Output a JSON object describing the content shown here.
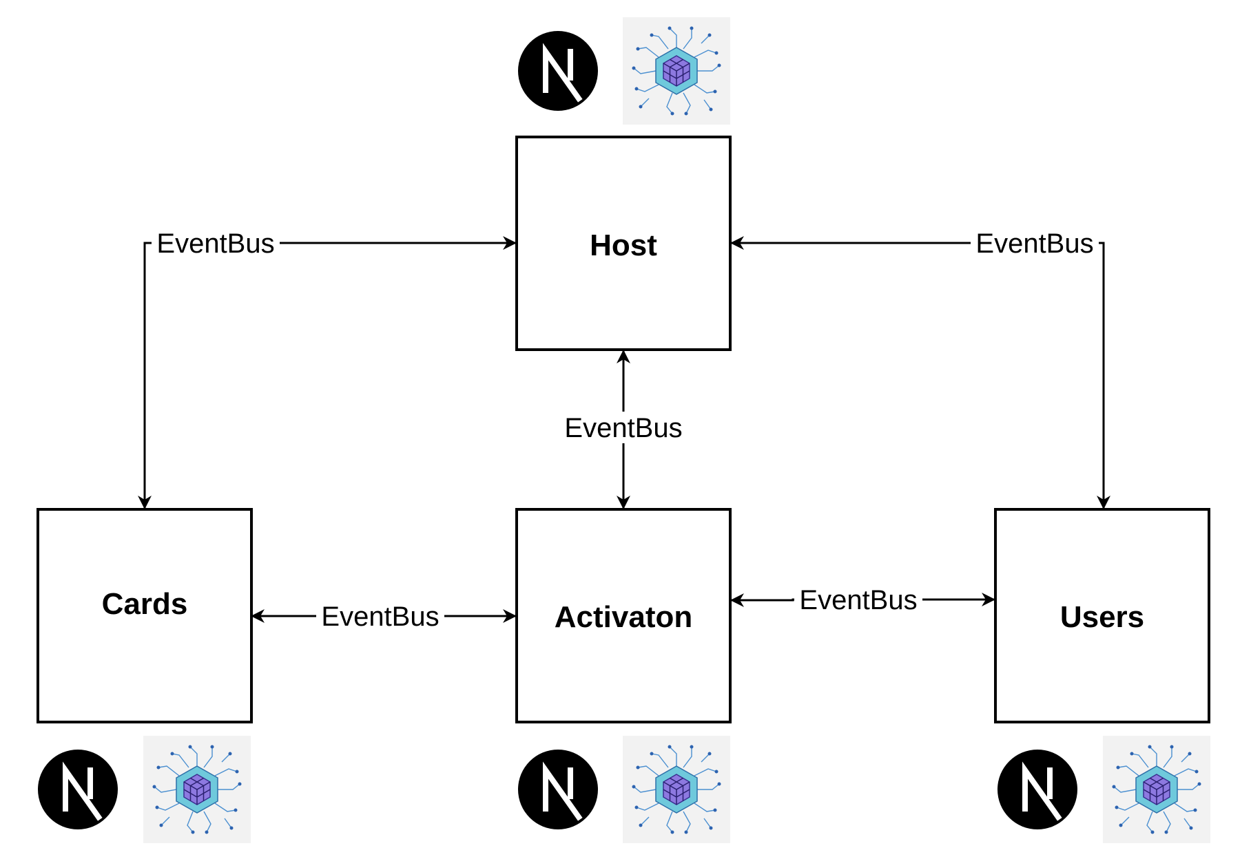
{
  "nodes": {
    "host": {
      "label": "Host"
    },
    "cards": {
      "label": "Cards"
    },
    "activation": {
      "label": "Activaton"
    },
    "users": {
      "label": "Users"
    }
  },
  "edges": {
    "cards_host": {
      "label": "EventBus"
    },
    "users_host": {
      "label": "EventBus"
    },
    "host_activation": {
      "label": "EventBus"
    },
    "cards_activation": {
      "label": "EventBus"
    },
    "activation_users": {
      "label": "EventBus"
    }
  },
  "logos": {
    "framework_icon": "nextjs-logo-icon",
    "federation_icon": "module-federation-icon"
  },
  "colors": {
    "stroke": "#000000",
    "background": "#ffffff",
    "federation_outer": "#6fc9dc",
    "federation_inner": "#8d79e0"
  }
}
